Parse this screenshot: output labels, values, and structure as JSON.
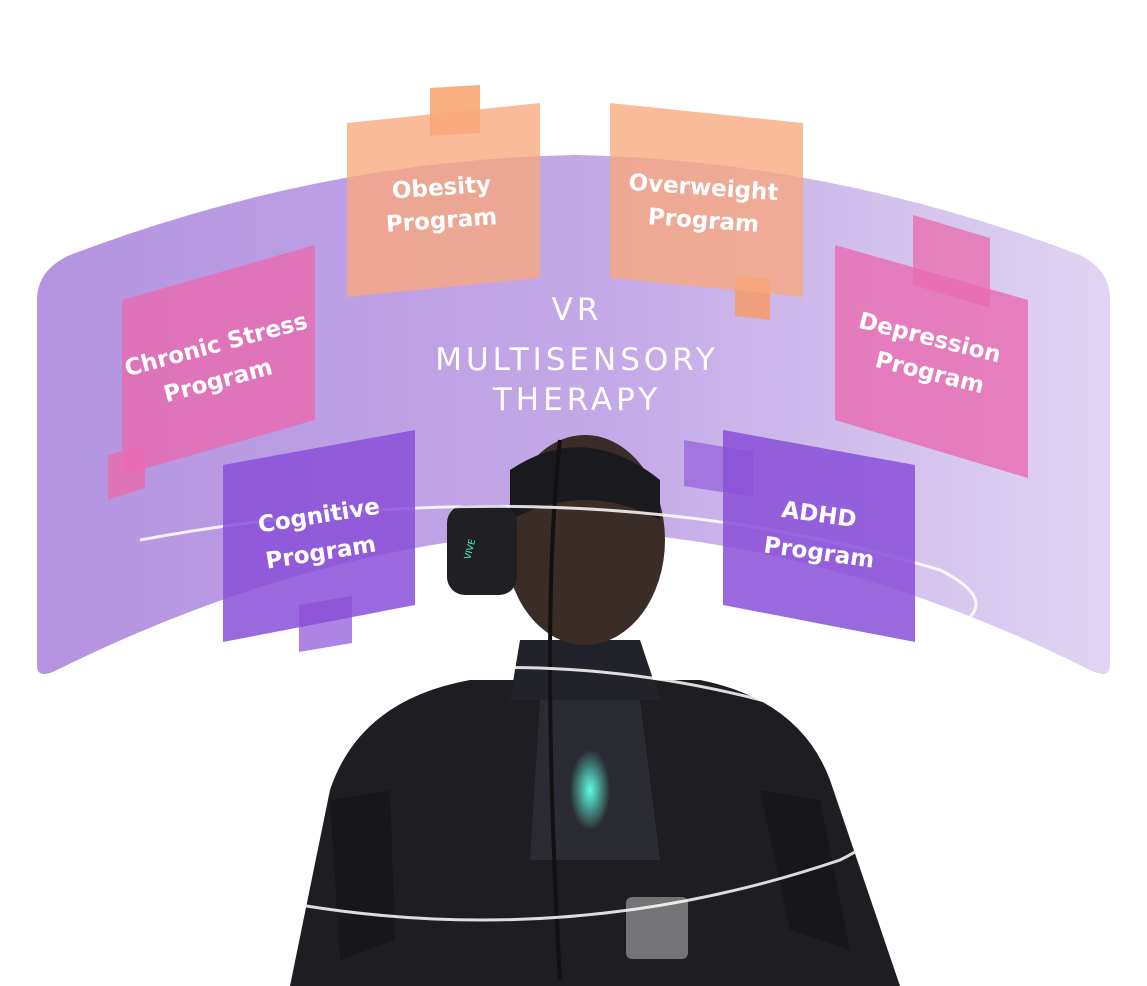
{
  "title": {
    "line1": "VR",
    "line2": "MULTISENSORY",
    "line3": "THERAPY"
  },
  "programs": [
    {
      "line1": "Obesity",
      "line2": "Program",
      "color": "#f9a87c"
    },
    {
      "line1": "Overweight",
      "line2": "Program",
      "color": "#f9a87c"
    },
    {
      "line1": "Chronic Stress",
      "line2": "Program",
      "color": "#e86ab0"
    },
    {
      "line1": "Depression",
      "line2": "Program",
      "color": "#e86ab0"
    },
    {
      "line1": "Cognitive",
      "line2": "Program",
      "color": "#8a4fd8"
    },
    {
      "line1": "ADHD",
      "line2": "Program",
      "color": "#8a4fd8"
    }
  ],
  "headset_brand": "VIVE",
  "colors": {
    "panel": "#b89be2",
    "panel_light": "#e2d6f3"
  }
}
